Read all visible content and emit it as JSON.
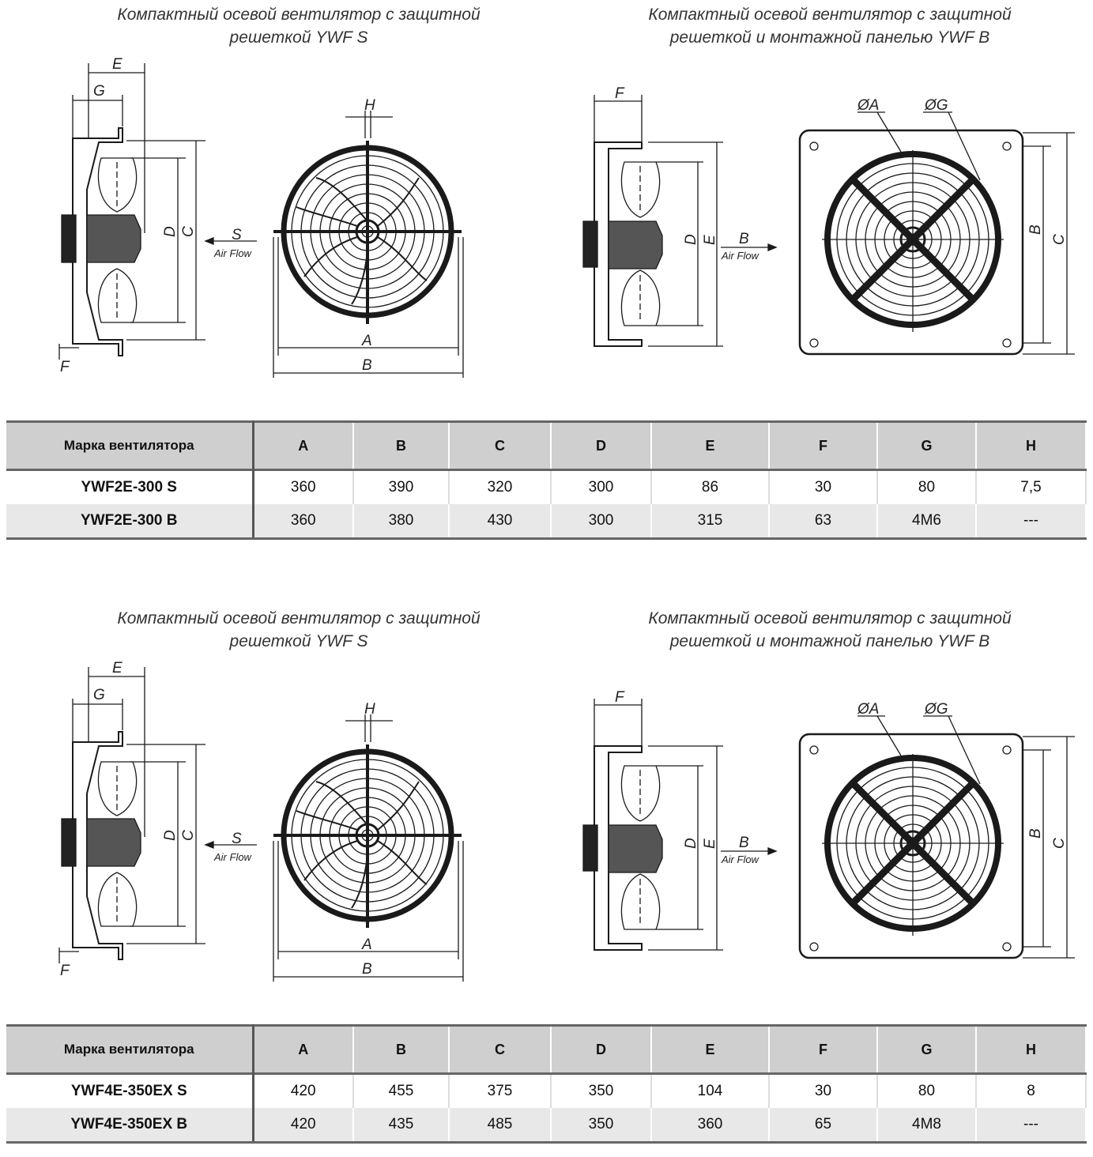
{
  "sections": [
    {
      "caption_left": [
        "Компактный осевой вентилятор с защитной",
        "решеткой YWF S"
      ],
      "caption_right": [
        "Компактный осевой вентилятор с защитной",
        "решеткой и монтажной панелью YWF B"
      ],
      "table": {
        "headers": [
          "Марка вентилятора",
          "A",
          "B",
          "C",
          "D",
          "E",
          "F",
          "G",
          "H"
        ],
        "rows": [
          [
            "YWF2E-300 S",
            "360",
            "390",
            "320",
            "300",
            "86",
            "30",
            "80",
            "7,5"
          ],
          [
            "YWF2E-300 B",
            "360",
            "380",
            "430",
            "300",
            "315",
            "63",
            "4M6",
            "---"
          ]
        ]
      }
    },
    {
      "caption_left": [
        "Компактный осевой вентилятор с защитной",
        "решеткой YWF S"
      ],
      "caption_right": [
        "Компактный осевой вентилятор с защитной",
        "решеткой и монтажной панелью YWF B"
      ],
      "table": {
        "headers": [
          "Марка вентилятора",
          "A",
          "B",
          "C",
          "D",
          "E",
          "F",
          "G",
          "H"
        ],
        "rows": [
          [
            "YWF4E-350EX S",
            "420",
            "455",
            "375",
            "350",
            "104",
            "30",
            "80",
            "8"
          ],
          [
            "YWF4E-350EX B",
            "420",
            "435",
            "485",
            "350",
            "360",
            "65",
            "4M8",
            "---"
          ]
        ]
      }
    }
  ],
  "drawing_labels": {
    "S": {
      "E": "E",
      "G": "G",
      "F": "F",
      "D": "D",
      "C": "C",
      "H": "H",
      "A": "A",
      "B": "B",
      "flow": "S",
      "airflow": "Air Flow"
    },
    "B": {
      "F": "F",
      "D": "D",
      "E": "E",
      "flow": "B",
      "airflow": "Air Flow",
      "OA": "ØA",
      "OG": "ØG",
      "B": "B",
      "C": "C"
    }
  }
}
